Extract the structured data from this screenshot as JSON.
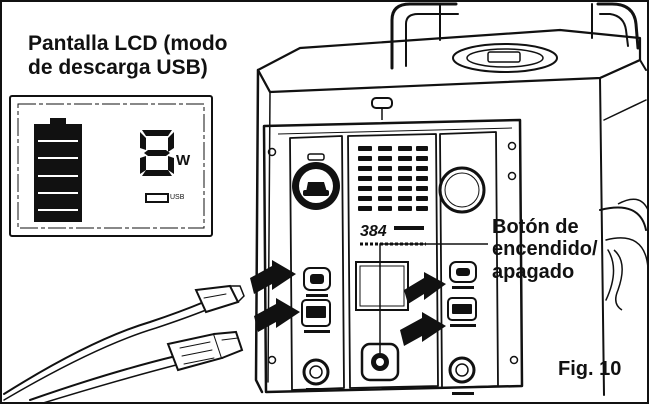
{
  "lcd_caption": {
    "line1": "Pantalla LCD (modo",
    "line2": "de descarga USB)"
  },
  "lcd_panel": {
    "power_value": "8",
    "power_unit": "W",
    "output_indicator": "USB",
    "battery_level": 1.0
  },
  "power_button_caption": {
    "line1": "Botón de",
    "line2": "encendido/",
    "line3": "apagado"
  },
  "figure_label": "Fig. 10",
  "device": {
    "model_text": "384",
    "ports_left": [
      "USB-C",
      "USB-A"
    ],
    "ports_right": [
      "USB-C",
      "USB-A"
    ]
  },
  "colors": {
    "ink": "#111111",
    "paper": "#ffffff",
    "lcd_frame": "#222222"
  }
}
